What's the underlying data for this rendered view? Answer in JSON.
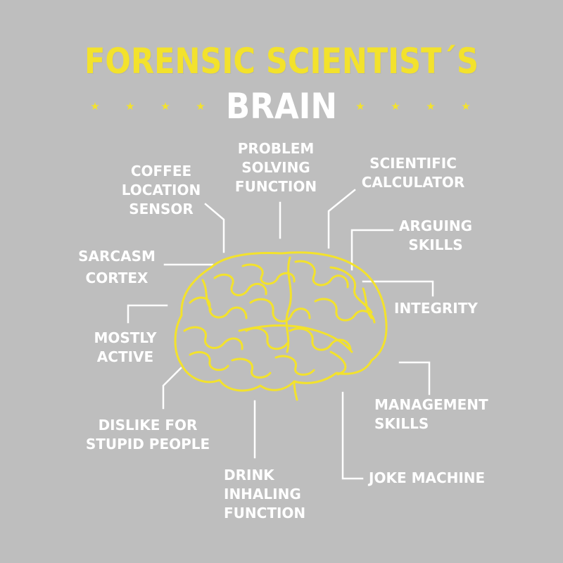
{
  "title": {
    "line1": "FORENSIC SCIENTIST´S",
    "line2": "BRAIN"
  },
  "stars": {
    "left": [
      "★",
      "★",
      "★",
      "★"
    ],
    "right": [
      "★",
      "★",
      "★",
      "★"
    ]
  },
  "colors": {
    "background": "#bebebe",
    "accent_yellow": "#f3e22c",
    "text_white": "#ffffff"
  },
  "icon": "brain-icon",
  "labels": {
    "problem_solving": [
      "PROBLEM",
      "SOLVING",
      "FUNCTION"
    ],
    "coffee_sensor": [
      "COFFEE",
      "LOCATION",
      "SENSOR"
    ],
    "scientific_calculator": [
      "SCIENTIFIC",
      "CALCULATOR"
    ],
    "arguing_skills": [
      "ARGUING",
      "SKILLS"
    ],
    "sarcasm_cortex": [
      "SARCASM",
      "CORTEX"
    ],
    "integrity": [
      "INTEGRITY"
    ],
    "mostly_active": [
      "MOSTLY",
      "ACTIVE"
    ],
    "management_skills": [
      "MANAGEMENT",
      "SKILLS"
    ],
    "dislike_stupid": [
      "DISLIKE FOR",
      "STUPID PEOPLE"
    ],
    "drink_inhaling": [
      "DRINK",
      "INHALING",
      "FUNCTION"
    ],
    "joke_machine": [
      "JOKE MACHINE"
    ]
  }
}
